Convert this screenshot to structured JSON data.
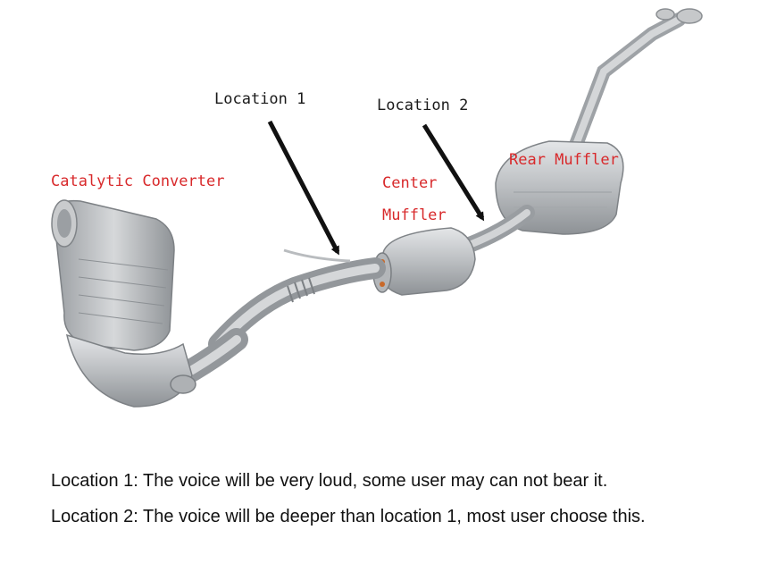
{
  "labels": {
    "location1": "Location 1",
    "location2": "Location 2",
    "catalytic_converter": "Catalytic Converter",
    "center_muffler_line1": "Center",
    "center_muffler_line2": "Muffler",
    "rear_muffler": "Rear Muffler"
  },
  "notes": {
    "location1_note": "Location 1: The voice will be very loud, some user may can not bear it.",
    "location2_note": "Location 2: The voice will be deeper than location 1, most user choose this."
  },
  "colors": {
    "component_label": "#d8292b",
    "location_label": "#1a1a1a",
    "metal": "#b9bcbf",
    "arrow": "#111111"
  }
}
